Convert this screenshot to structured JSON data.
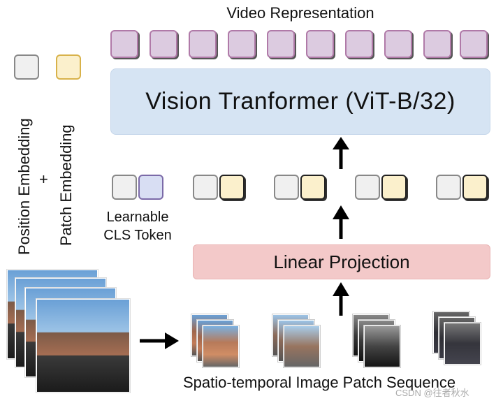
{
  "top_label": "Video Representation",
  "transformer_label": "Vision Tranformer (ViT-B/32)",
  "projection_label": "Linear Projection",
  "cls_label_line1": "Learnable",
  "cls_label_line2": "CLS Token",
  "legend": {
    "position_label": "Position Embedding",
    "plus": "+",
    "patch_label": "Patch Embedding"
  },
  "caption": "Spatio-temporal Image Patch Sequence",
  "watermark": "CSDN @往者秋水",
  "colors": {
    "output_token": "#dccbe0",
    "transformer": "#d6e4f3",
    "projection": "#f3c9c9",
    "position_embedding": "#f0f0f0",
    "patch_embedding": "#fbf0cc",
    "cls_token": "#d8def3"
  }
}
